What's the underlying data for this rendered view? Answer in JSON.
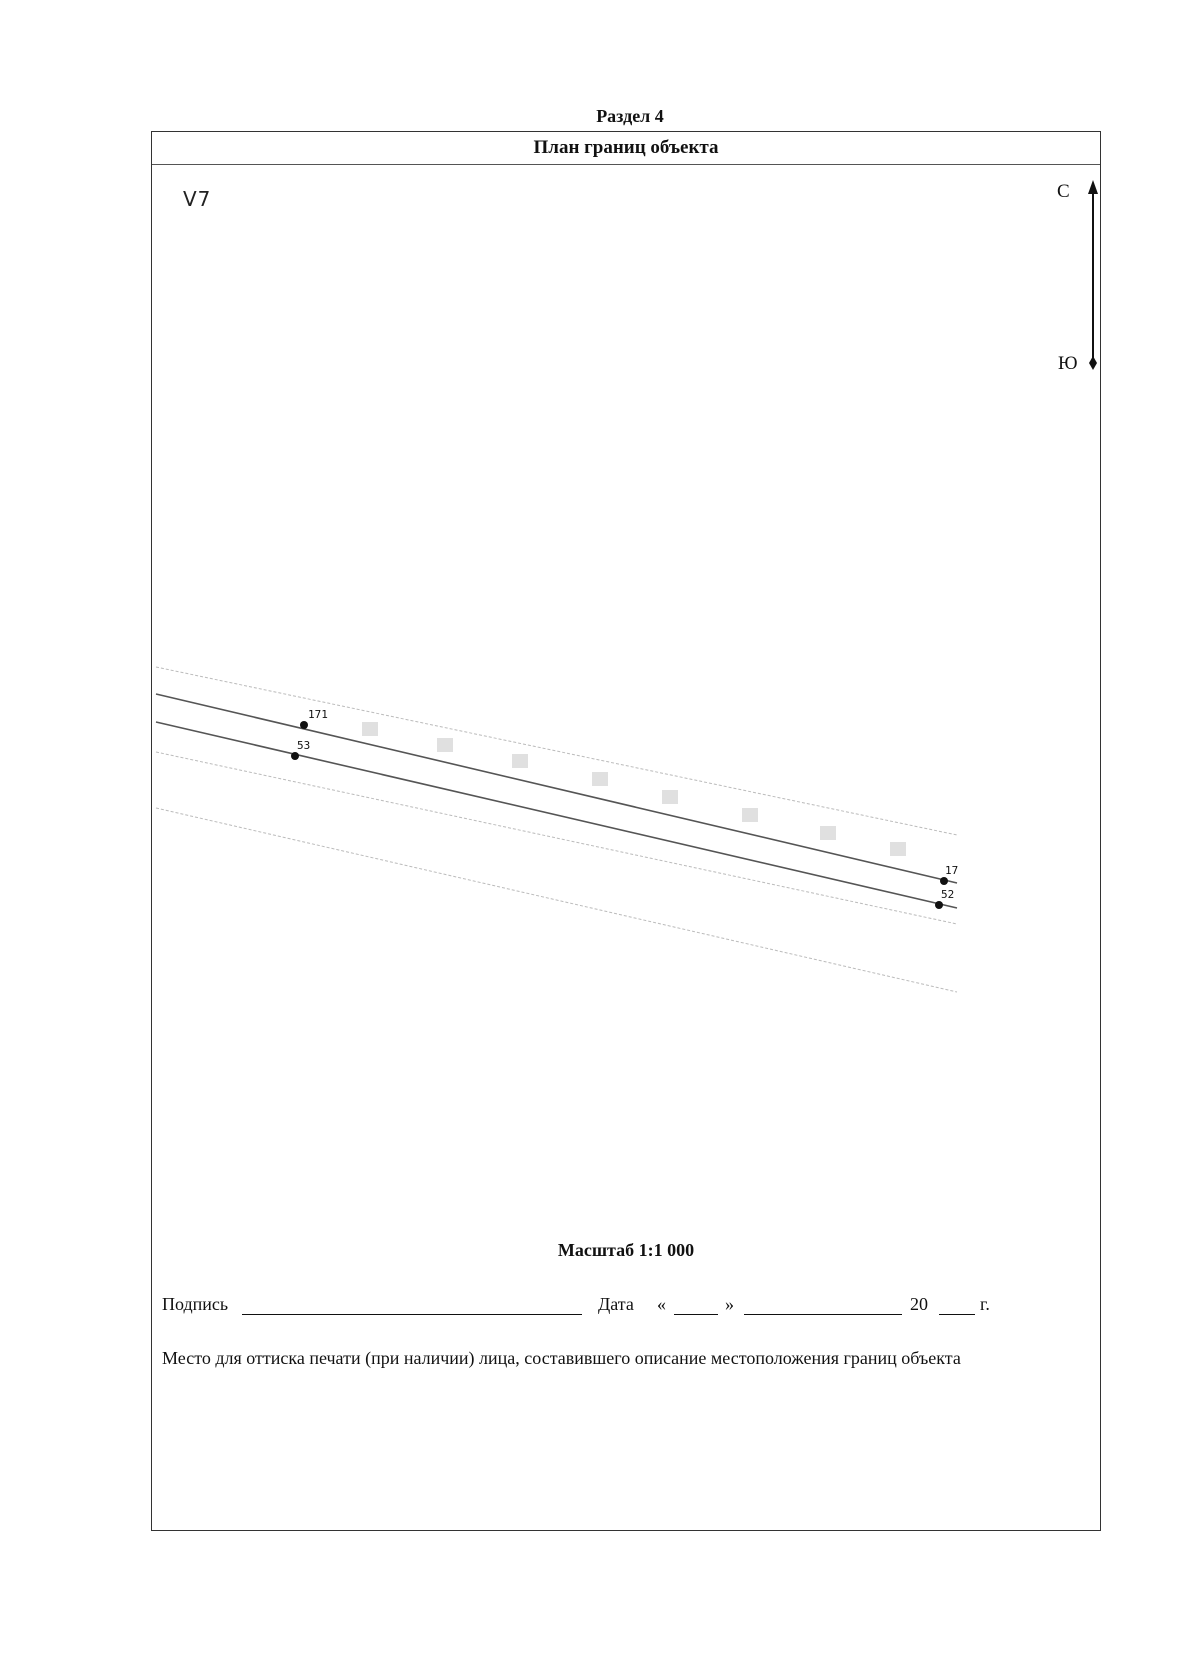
{
  "header": {
    "section": "Раздел 4",
    "title": "План границ объекта"
  },
  "plan": {
    "sheet_code": "V7",
    "north_label": "С",
    "south_label": "Ю",
    "points": [
      {
        "label": "171"
      },
      {
        "label": "53"
      },
      {
        "label": "17"
      },
      {
        "label": "52"
      }
    ]
  },
  "footer": {
    "scale": "Масштаб 1:1 000",
    "signature_label": "Подпись",
    "date_label": "Дата",
    "open_quote": "«",
    "close_quote": "»",
    "year_prefix": "20",
    "year_suffix": "г.",
    "stamp_text": "Место для оттиска печати (при наличии) лица, составившего описание местоположения границ объекта"
  }
}
